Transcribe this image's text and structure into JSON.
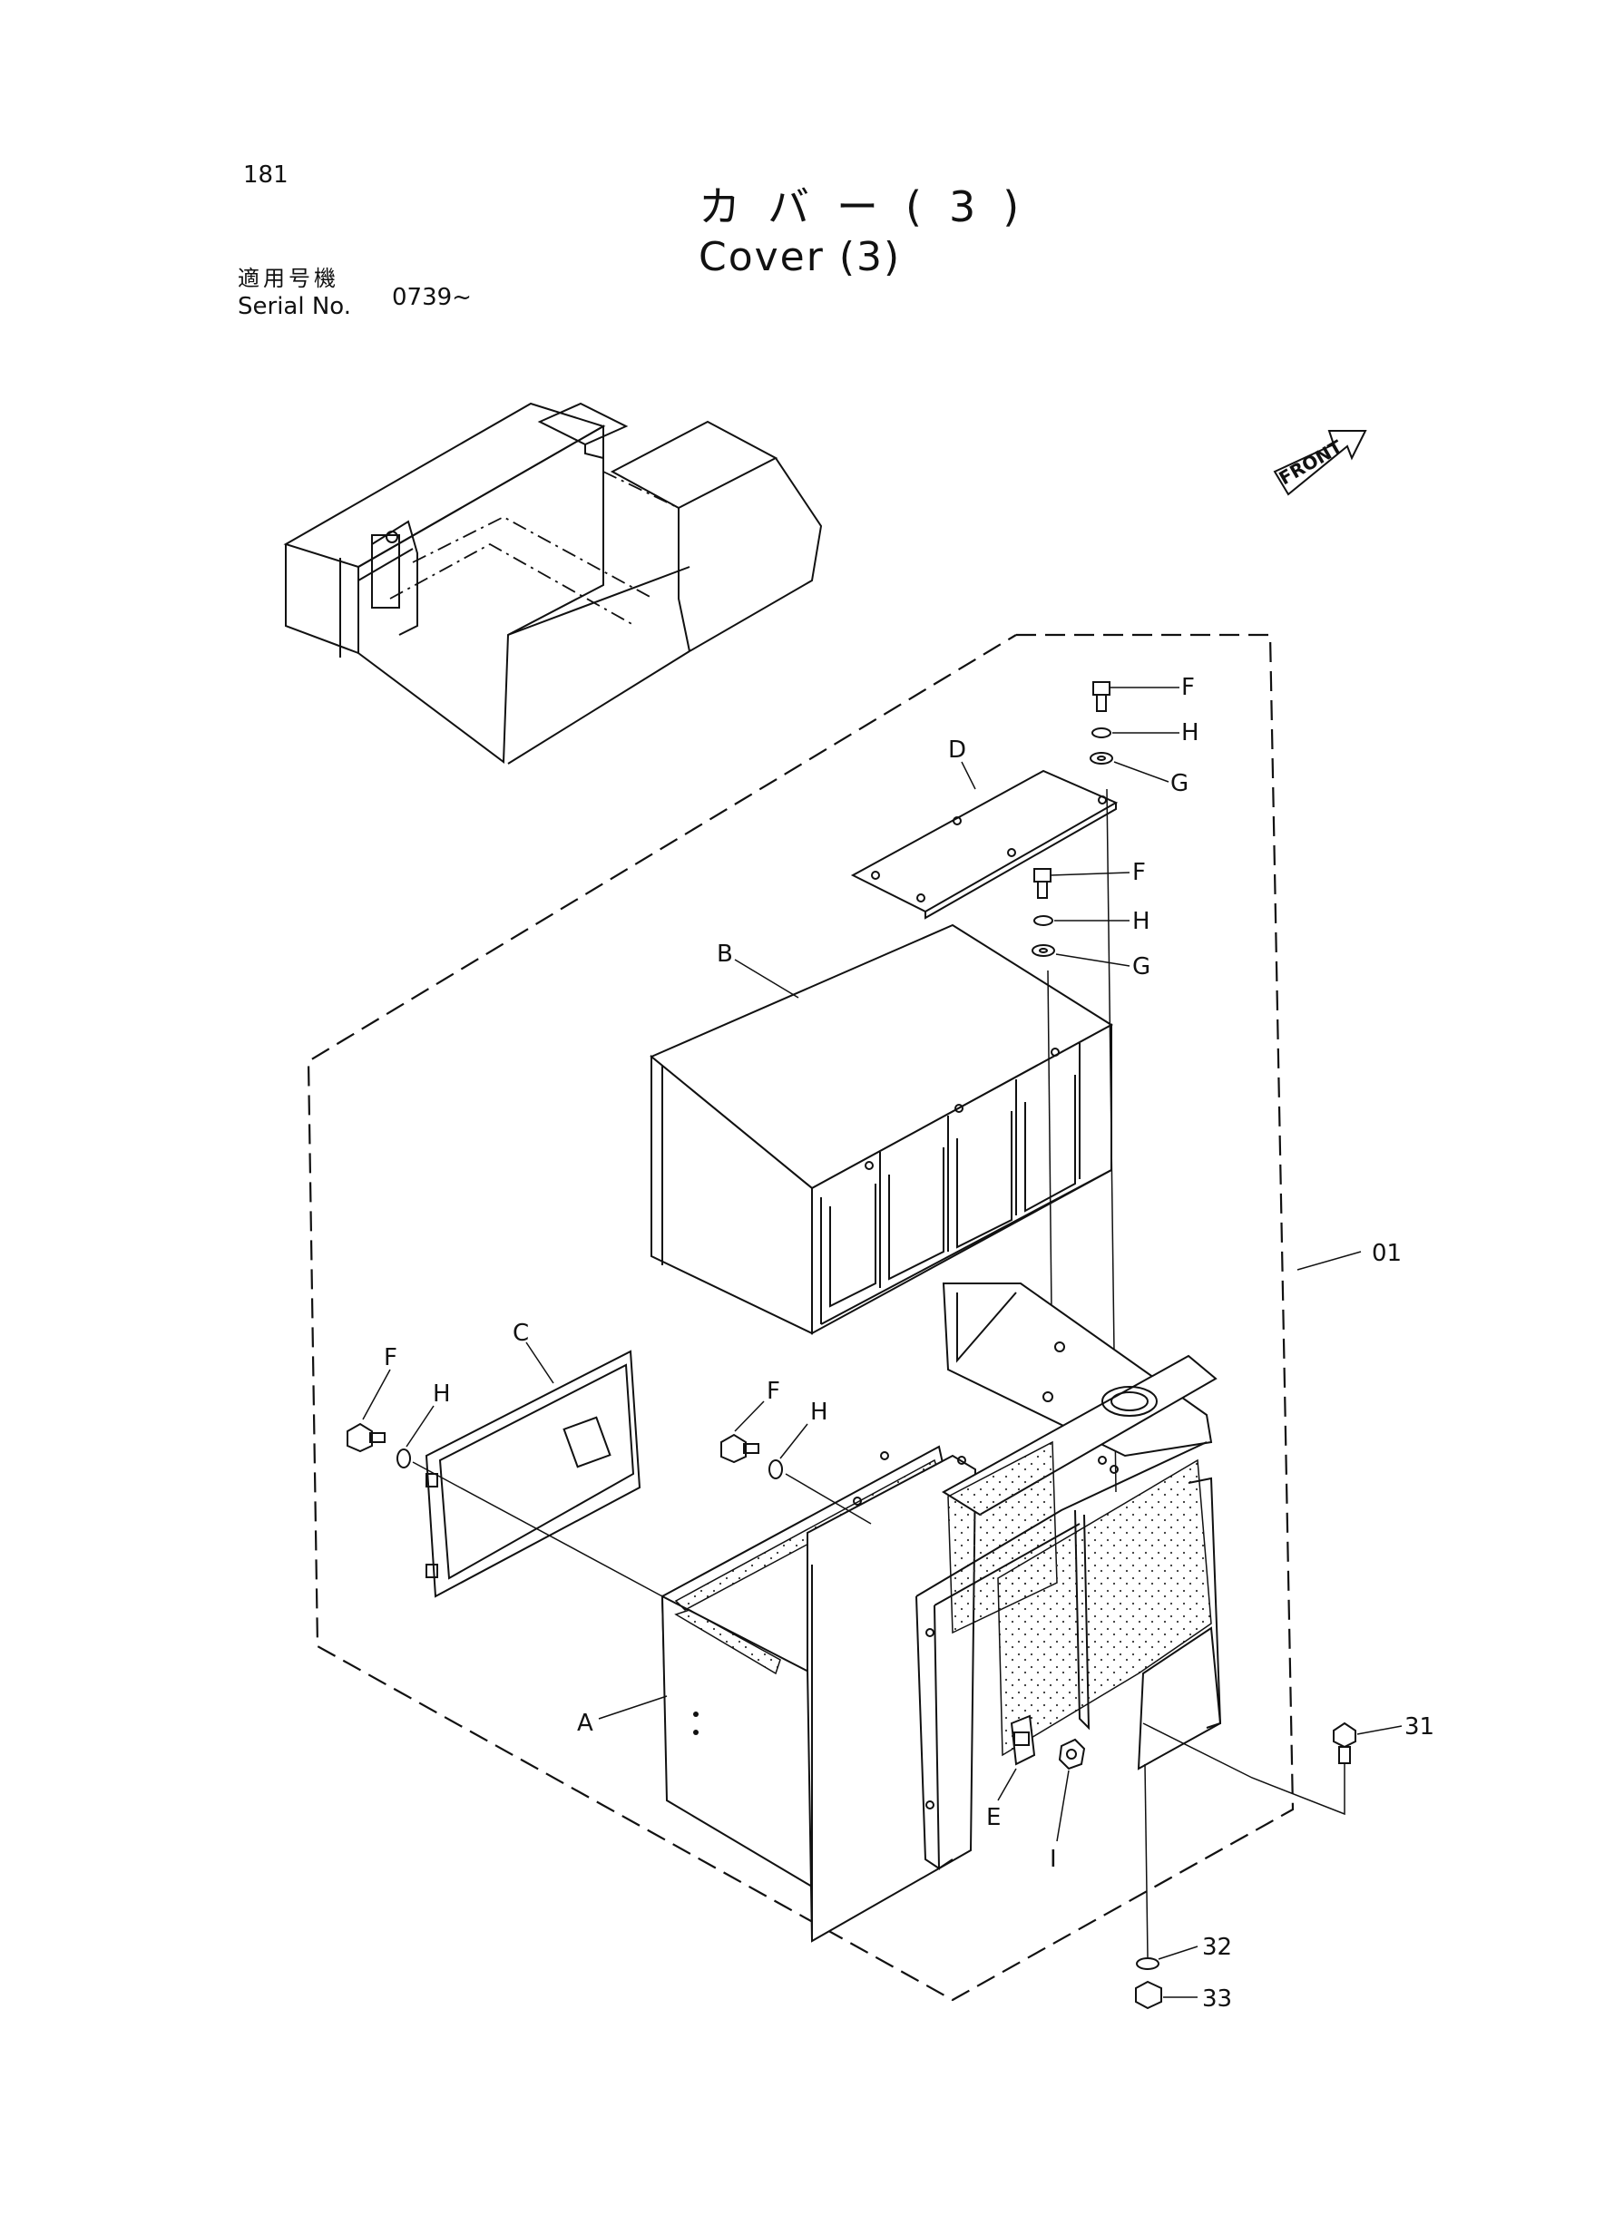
{
  "header": {
    "page_number": "181",
    "title_ja": "カバー(3)",
    "title_en": "Cover (3)",
    "serial_label_ja": "適用号機",
    "serial_label_en": "Serial No.",
    "serial_range": "0739~"
  },
  "diagram": {
    "front_marker": "FRONT",
    "callouts": {
      "F_top": "F",
      "H_top": "H",
      "G_top": "G",
      "D": "D",
      "F_mid": "F",
      "H_mid": "H",
      "G_mid": "G",
      "B": "B",
      "O1": "01",
      "F_left": "F",
      "H_left": "H",
      "C": "C",
      "F_center": "F",
      "H_center": "H",
      "A": "A",
      "E": "E",
      "I": "I",
      "p31": "31",
      "p32": "32",
      "p33": "33"
    }
  }
}
